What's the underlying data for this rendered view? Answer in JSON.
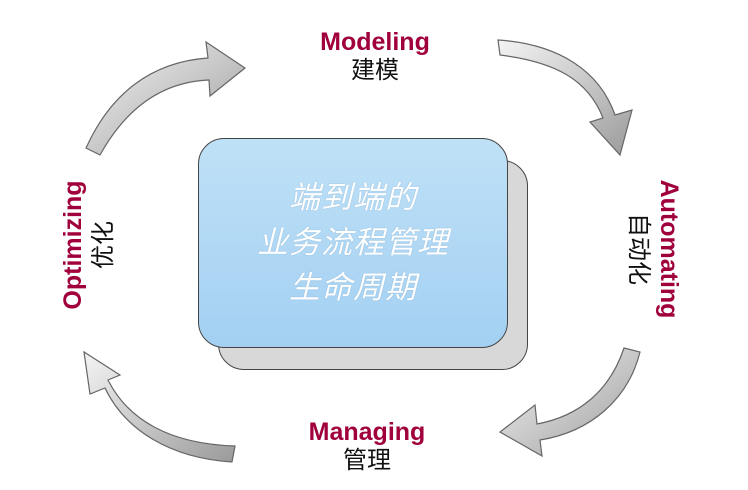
{
  "center": {
    "lines": [
      "端到端的",
      "业务流程管理",
      "生命周期"
    ]
  },
  "stages": {
    "modeling": {
      "en": "Modeling",
      "zh": "建模"
    },
    "automating": {
      "en": "Automating",
      "zh": "自动化"
    },
    "managing": {
      "en": "Managing",
      "zh": "管理"
    },
    "optimizing": {
      "en": "Optimizing",
      "zh": "优化"
    }
  },
  "colors": {
    "label_en": "#a0003c",
    "label_zh": "#111111",
    "card_fill": "#a3d0f2",
    "card_shadow": "#d8d8d8",
    "arrow_fill": "#c8c8c8",
    "center_text": "#ffffff"
  }
}
